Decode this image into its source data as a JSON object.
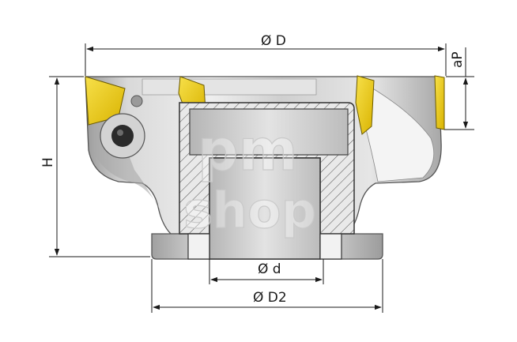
{
  "labels": {
    "outer_diameter": "Ø D",
    "bore_diameter": "Ø d",
    "base_diameter": "Ø D2",
    "height": "H",
    "depth_of_cut": "aP"
  },
  "watermark": {
    "line1": "pm",
    "line2": "shop"
  },
  "colors": {
    "insert": "#f2cf1a",
    "body_light": "#eeeeee",
    "body_mid": "#c9c9c9",
    "body_dark": "#8f8f8f",
    "dimension_line": "#1a1a1a"
  }
}
